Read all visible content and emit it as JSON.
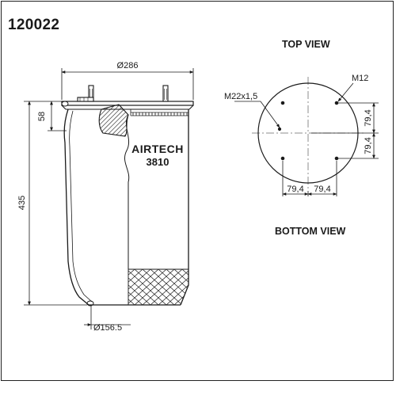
{
  "part_number": "120022",
  "views": {
    "top": "TOP VIEW",
    "bottom": "BOTTOM VIEW"
  },
  "bellows": {
    "brand": "AIRTECH",
    "model": "3810"
  },
  "dimensions": {
    "top_diameter": "Ø286",
    "bottom_diameter": "Ø156.5",
    "height": "435",
    "plate_height": "58",
    "air_fitting": "M22x1,5",
    "stud_thread": "M12",
    "spacing_vertical_upper": "79,4",
    "spacing_vertical_lower": "79,4",
    "spacing_horizontal_left": "79,4",
    "spacing_horizontal_right": "79,4"
  },
  "colors": {
    "line": "#1a1a1a",
    "background": "#ffffff"
  }
}
